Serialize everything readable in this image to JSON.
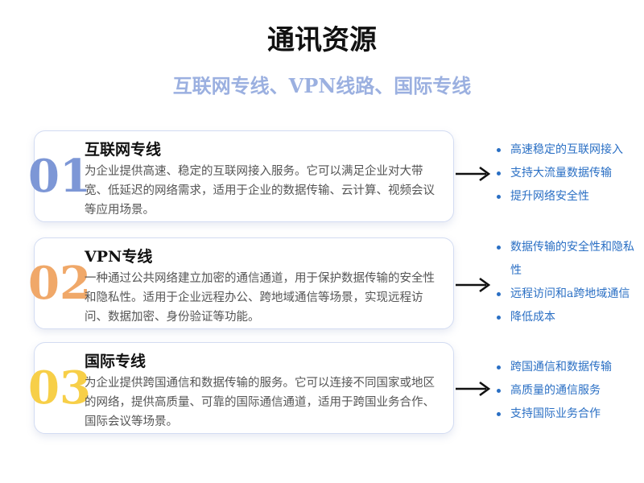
{
  "page": {
    "title": "通讯资源",
    "subtitle": "互联网专线、VPN线路、国际专线"
  },
  "colors": {
    "num_1": "#7d97d6",
    "num_2": "#f0a869",
    "num_3": "#f7cf48",
    "points_text": "#2a6fc4",
    "subtitle": "#9bb0e0"
  },
  "icons": [
    "arrow-right-icon",
    "bullet-dot-icon"
  ],
  "sections": [
    {
      "num": "01",
      "title": "互联网专线",
      "desc": "为企业提供高速、稳定的互联网接入服务。它可以满足企业对大带宽、低延迟的网络需求，适用于企业的数据传输、云计算、视频会议等应用场景。",
      "points": [
        "高速稳定的互联网接入",
        "支持大流量数据传输",
        "提升网络安全性"
      ]
    },
    {
      "num": "02",
      "title": "VPN专线",
      "desc": "一种通过公共网络建立加密的通信通道，用于保护数据传输的安全性和隐私性。适用于企业远程办公、跨地域通信等场景，实现远程访问、数据加密、身份验证等功能。",
      "points": [
        "数据传输的安全性和隐私性",
        "远程访问和a跨地域通信",
        "降低成本"
      ]
    },
    {
      "num": "03",
      "title": "国际专线",
      "desc": "为企业提供跨国通信和数据传输的服务。它可以连接不同国家或地区的网络，提供高质量、可靠的国际通信通道，适用于跨国业务合作、国际会议等场景。",
      "points": [
        "跨国通信和数据传输",
        "高质量的通信服务",
        "支持国际业务合作"
      ]
    }
  ]
}
